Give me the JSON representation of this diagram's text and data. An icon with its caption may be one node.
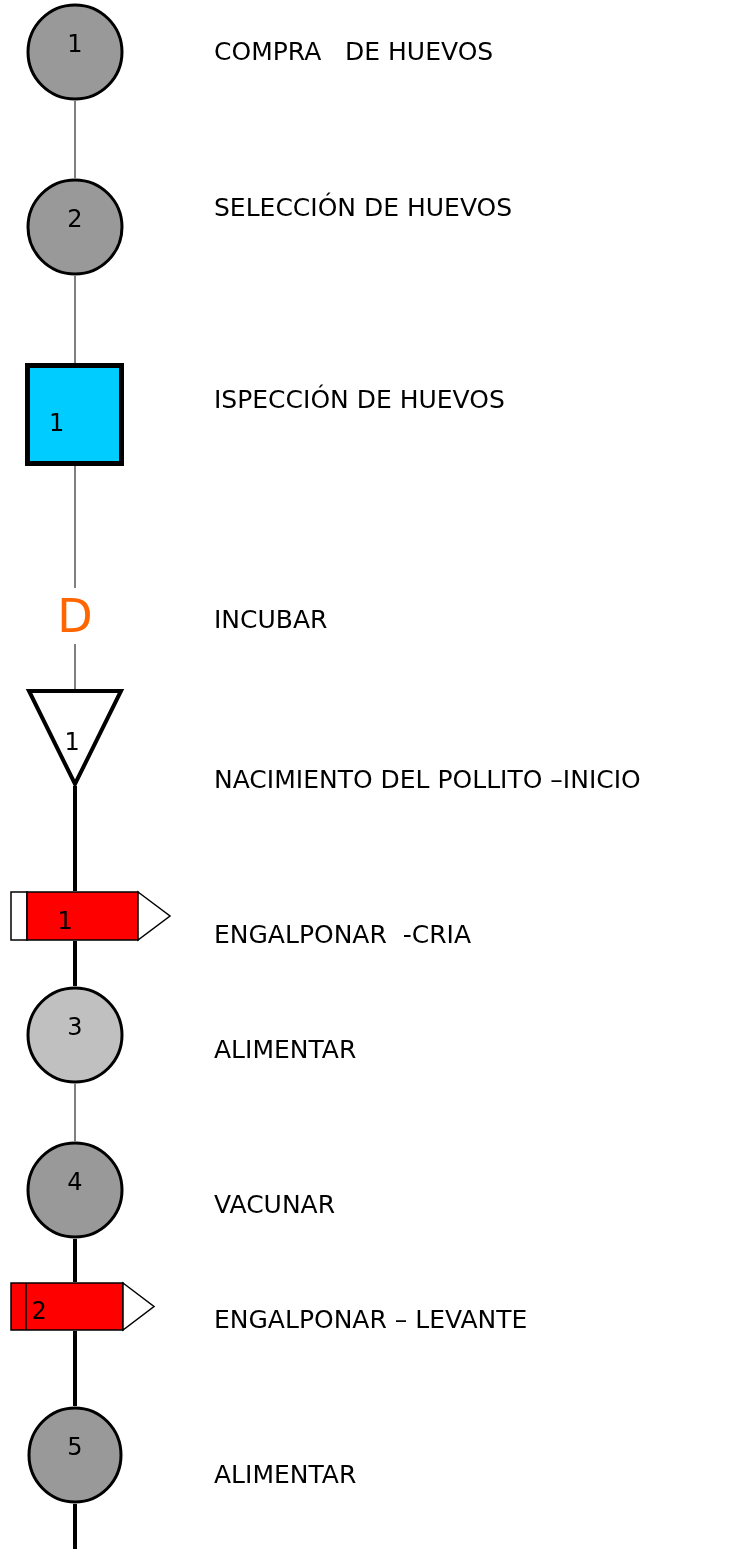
{
  "diagram": {
    "nodes": [
      {
        "text": [
          "1"
        ],
        "beside": [
          "COMPRA   DE HUEVOS"
        ]
      },
      {
        "text": [
          "2"
        ],
        "beside": [
          "SELECCIÓN DE HUEVOS"
        ]
      },
      {
        "text": [
          "1"
        ],
        "beside": [
          "ISPECCIÓN DE HUEVOS"
        ]
      },
      {
        "text": [
          "D"
        ]
      },
      {
        "text": [
          "1"
        ],
        "beside": [
          "NACIMIENTO DEL POLLITO –INICIO"
        ]
      },
      {
        "text": [
          "1"
        ],
        "beside": [
          "ENGALPONAR  -CRIA"
        ]
      },
      {
        "text": [
          "3"
        ],
        "beside": [
          "ALIMENTAR"
        ]
      },
      {
        "text": [
          "4"
        ],
        "beside": [
          "VACUNAR"
        ]
      },
      {
        "text": [
          "2"
        ],
        "beside": [
          "ENGALPONAR – LEVANTE"
        ]
      },
      {
        "text": [
          "5"
        ],
        "beside": [
          "ALIMENTAR"
        ]
      }
    ],
    "edges": [
      {
        "from": 0,
        "to": 1,
        "arrow": "none"
      },
      {
        "from": 1,
        "to": 2,
        "arrow": "none"
      },
      {
        "from": 2,
        "to": 3,
        "arrow": "none"
      },
      {
        "from": 3,
        "to": 4,
        "arrow": "none"
      },
      {
        "from": 4,
        "to": 5,
        "arrow": "none",
        "style": "thick"
      },
      {
        "from": 5,
        "to": 6,
        "arrow": "none",
        "style": "thick"
      },
      {
        "from": 6,
        "to": 7,
        "arrow": "none"
      },
      {
        "from": 7,
        "to": 8,
        "arrow": "none",
        "style": "thick"
      },
      {
        "from": 8,
        "to": 9,
        "arrow": "none",
        "style": "thick"
      },
      {
        "from": 9,
        "to": null,
        "arrow": "none",
        "style": "thick"
      }
    ],
    "labels": [
      "INCUBAR"
    ]
  }
}
